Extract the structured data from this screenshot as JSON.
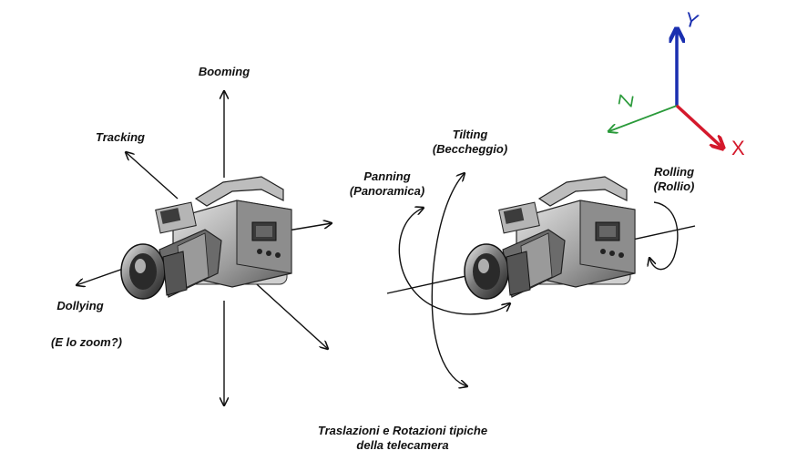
{
  "translations": {
    "booming": "Booming",
    "tracking": "Tracking",
    "dollying": "Dollying",
    "zoom_note": "(E lo zoom?)"
  },
  "rotations": {
    "panning": "Panning",
    "panning_it": "(Panoramica)",
    "tilting": "Tilting",
    "tilting_it": "(Beccheggio)",
    "rolling": "Rolling",
    "rolling_it": "(Rollio)"
  },
  "axes": {
    "y": {
      "label": "Y",
      "color": "#1a2fb0"
    },
    "z": {
      "label": "Z",
      "color": "#2a9a3a"
    },
    "x": {
      "label": "X",
      "color": "#d4192c"
    }
  },
  "caption": {
    "line1": "Traslazioni e Rotazioni tipiche",
    "line2": "della telecamera"
  },
  "icons": {
    "left_camera": "video-camera-icon",
    "right_camera": "video-camera-icon"
  }
}
